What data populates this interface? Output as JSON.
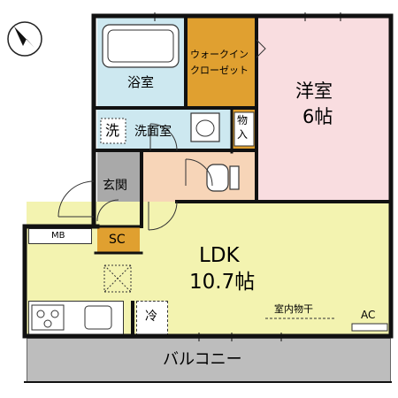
{
  "compass": {
    "icon": "north-arrow-icon"
  },
  "rooms": {
    "bath": "浴室",
    "walkin_closet_line1": "ウォークイン",
    "walkin_closet_line2": "クローゼット",
    "western_room_name": "洋室",
    "western_room_size": "6帖",
    "storage_line1": "物",
    "storage_line2": "入",
    "washer_mark": "洗",
    "washroom": "洗面室",
    "entrance": "玄関",
    "mb": "MB",
    "sc": "SC",
    "ldk_name": "LDK",
    "ldk_size": "10.7帖",
    "fridge": "冷",
    "indoor_drying": "室内物干",
    "ac": "AC",
    "balcony": "バルコニー"
  },
  "colors": {
    "wall": "#111111",
    "western_room": "#f9dde0",
    "walkin_closet": "#e0a030",
    "wet_area": "#cde8f0",
    "toilet": "#f7d5b8",
    "ldk": "#f3f3b0",
    "entrance": "#a9a9a9",
    "balcony": "#bdbdbd"
  }
}
